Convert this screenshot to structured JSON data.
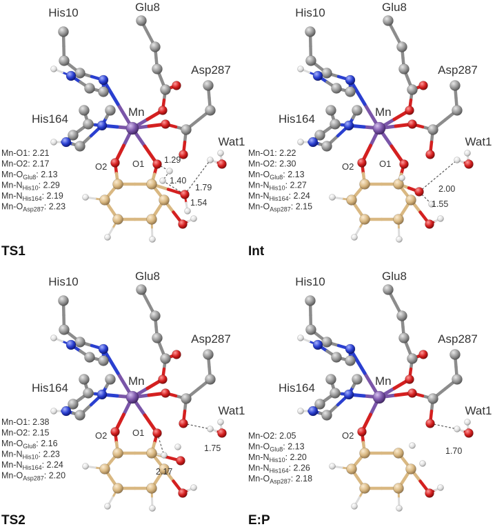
{
  "panels": [
    {
      "id": "ts1",
      "title": "TS1",
      "residues": [
        "His10",
        "Glu8",
        "Asp287",
        "His164",
        "Wat1"
      ],
      "metal": "Mn",
      "atoms": [
        "O1",
        "O2"
      ],
      "distances": [
        "1.29",
        "1.40",
        "1.79",
        "1.54"
      ],
      "geometry": [
        {
          "a": "Mn-O1",
          "sub": "",
          "v": ": 2.21"
        },
        {
          "a": "Mn-O2",
          "sub": "",
          "v": ": 2.17"
        },
        {
          "a": "Mn-O",
          "sub": "Glu8",
          "v": ": 2.13"
        },
        {
          "a": "Mn-N",
          "sub": "His10",
          "v": ": 2.29"
        },
        {
          "a": "Mn-N",
          "sub": "His164",
          "v": ": 2.19"
        },
        {
          "a": "Mn-O",
          "sub": "Asp287",
          "v": ": 2.23"
        }
      ]
    },
    {
      "id": "int",
      "title": "Int",
      "residues": [
        "His10",
        "Glu8",
        "Asp287",
        "His164",
        "Wat1"
      ],
      "metal": "Mn",
      "atoms": [
        "O1",
        "O2"
      ],
      "distances": [
        "2.00",
        "1.55"
      ],
      "geometry": [
        {
          "a": "Mn-O1",
          "sub": "",
          "v": ": 2.22"
        },
        {
          "a": "Mn-O2",
          "sub": "",
          "v": ": 2.30"
        },
        {
          "a": "Mn-O",
          "sub": "Glu8",
          "v": ": 2.13"
        },
        {
          "a": "Mn-N",
          "sub": "His10",
          "v": ": 2.27"
        },
        {
          "a": "Mn-N",
          "sub": "His164",
          "v": ": 2.24"
        },
        {
          "a": "Mn-O",
          "sub": "Asp287",
          "v": ": 2.15"
        }
      ]
    },
    {
      "id": "ts2",
      "title": "TS2",
      "residues": [
        "His10",
        "Glu8",
        "Asp287",
        "His164",
        "Wat1"
      ],
      "metal": "Mn",
      "atoms": [
        "O1",
        "O2"
      ],
      "distances": [
        "1.75",
        "2.17"
      ],
      "geometry": [
        {
          "a": "Mn-O1",
          "sub": "",
          "v": ": 2.38"
        },
        {
          "a": "Mn-O2",
          "sub": "",
          "v": ": 2.15"
        },
        {
          "a": "Mn-O",
          "sub": "Glu8",
          "v": ": 2.16"
        },
        {
          "a": "Mn-N",
          "sub": "His10",
          "v": ": 2.23"
        },
        {
          "a": "Mn-N",
          "sub": "His164",
          "v": ": 2.24"
        },
        {
          "a": "Mn-O",
          "sub": "Asp287",
          "v": ": 2.20"
        }
      ]
    },
    {
      "id": "ep",
      "title": "E:P",
      "residues": [
        "His10",
        "Glu8",
        "Asp287",
        "His164",
        "Wat1"
      ],
      "metal": "Mn",
      "atoms": [
        "O2"
      ],
      "distances": [
        "1.70"
      ],
      "geometry": [
        {
          "a": "Mn-O2",
          "sub": "",
          "v": ": 2.05"
        },
        {
          "a": "Mn-O",
          "sub": "Glu8",
          "v": ": 2.13"
        },
        {
          "a": "Mn-N",
          "sub": "His10",
          "v": ": 2.20"
        },
        {
          "a": "Mn-N",
          "sub": "His164",
          "v": ": 2.26"
        },
        {
          "a": "Mn-O",
          "sub": "Asp287",
          "v": ": 2.18"
        }
      ]
    }
  ],
  "colors": {
    "carbon": "#8c8c8c",
    "ring_carbon": "#d9b882",
    "oxygen": "#d42020",
    "nitrogen": "#2a3fd0",
    "hydrogen": "#e6e6e6",
    "manganese": "#7a55a8"
  }
}
